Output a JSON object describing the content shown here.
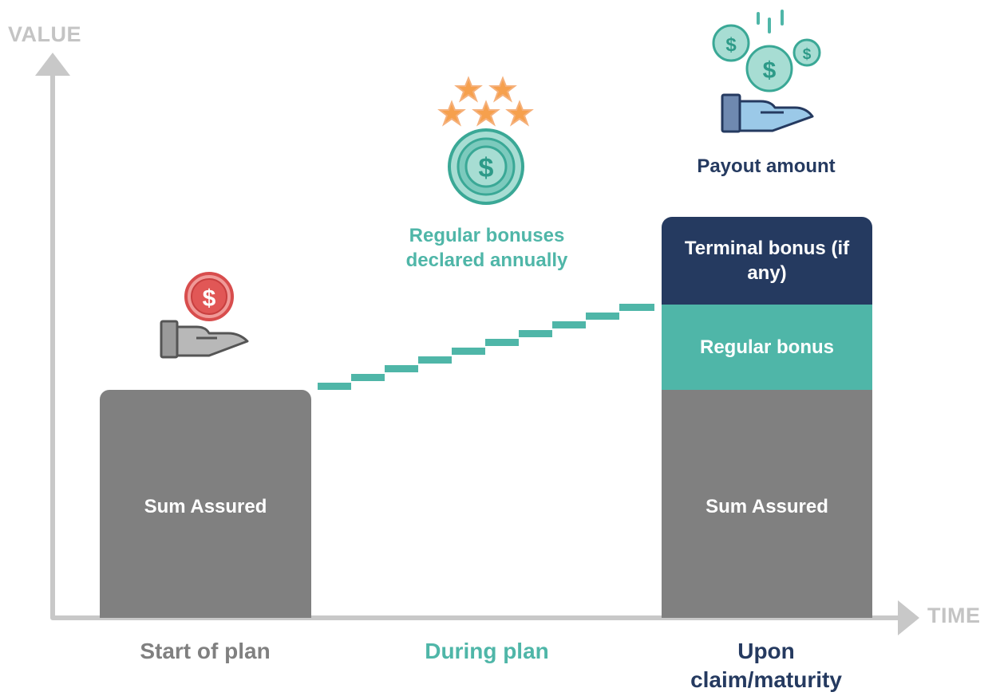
{
  "axes": {
    "y_label": "VALUE",
    "x_label": "TIME"
  },
  "left_block": {
    "label": "Sum Assured"
  },
  "middle": {
    "caption": "Regular bonuses declared annually"
  },
  "right_stack": {
    "payout_caption": "Payout amount",
    "terminal_bonus": "Terminal bonus (if any)",
    "regular_bonus": "Regular bonus",
    "sum_assured": "Sum Assured"
  },
  "phases": {
    "start": "Start of plan",
    "during": "During plan",
    "upon": "Upon claim/maturity"
  },
  "icons": {
    "left": "hand-receiving-coin-icon",
    "middle": "coin-with-stars-icon",
    "right": "hand-receiving-coins-icon"
  },
  "colors": {
    "gray": "#808080",
    "axis": "#c8c8c8",
    "teal": "#4fb6a8",
    "navy": "#253a60",
    "red": "#e15756",
    "star": "#f6a04d"
  }
}
